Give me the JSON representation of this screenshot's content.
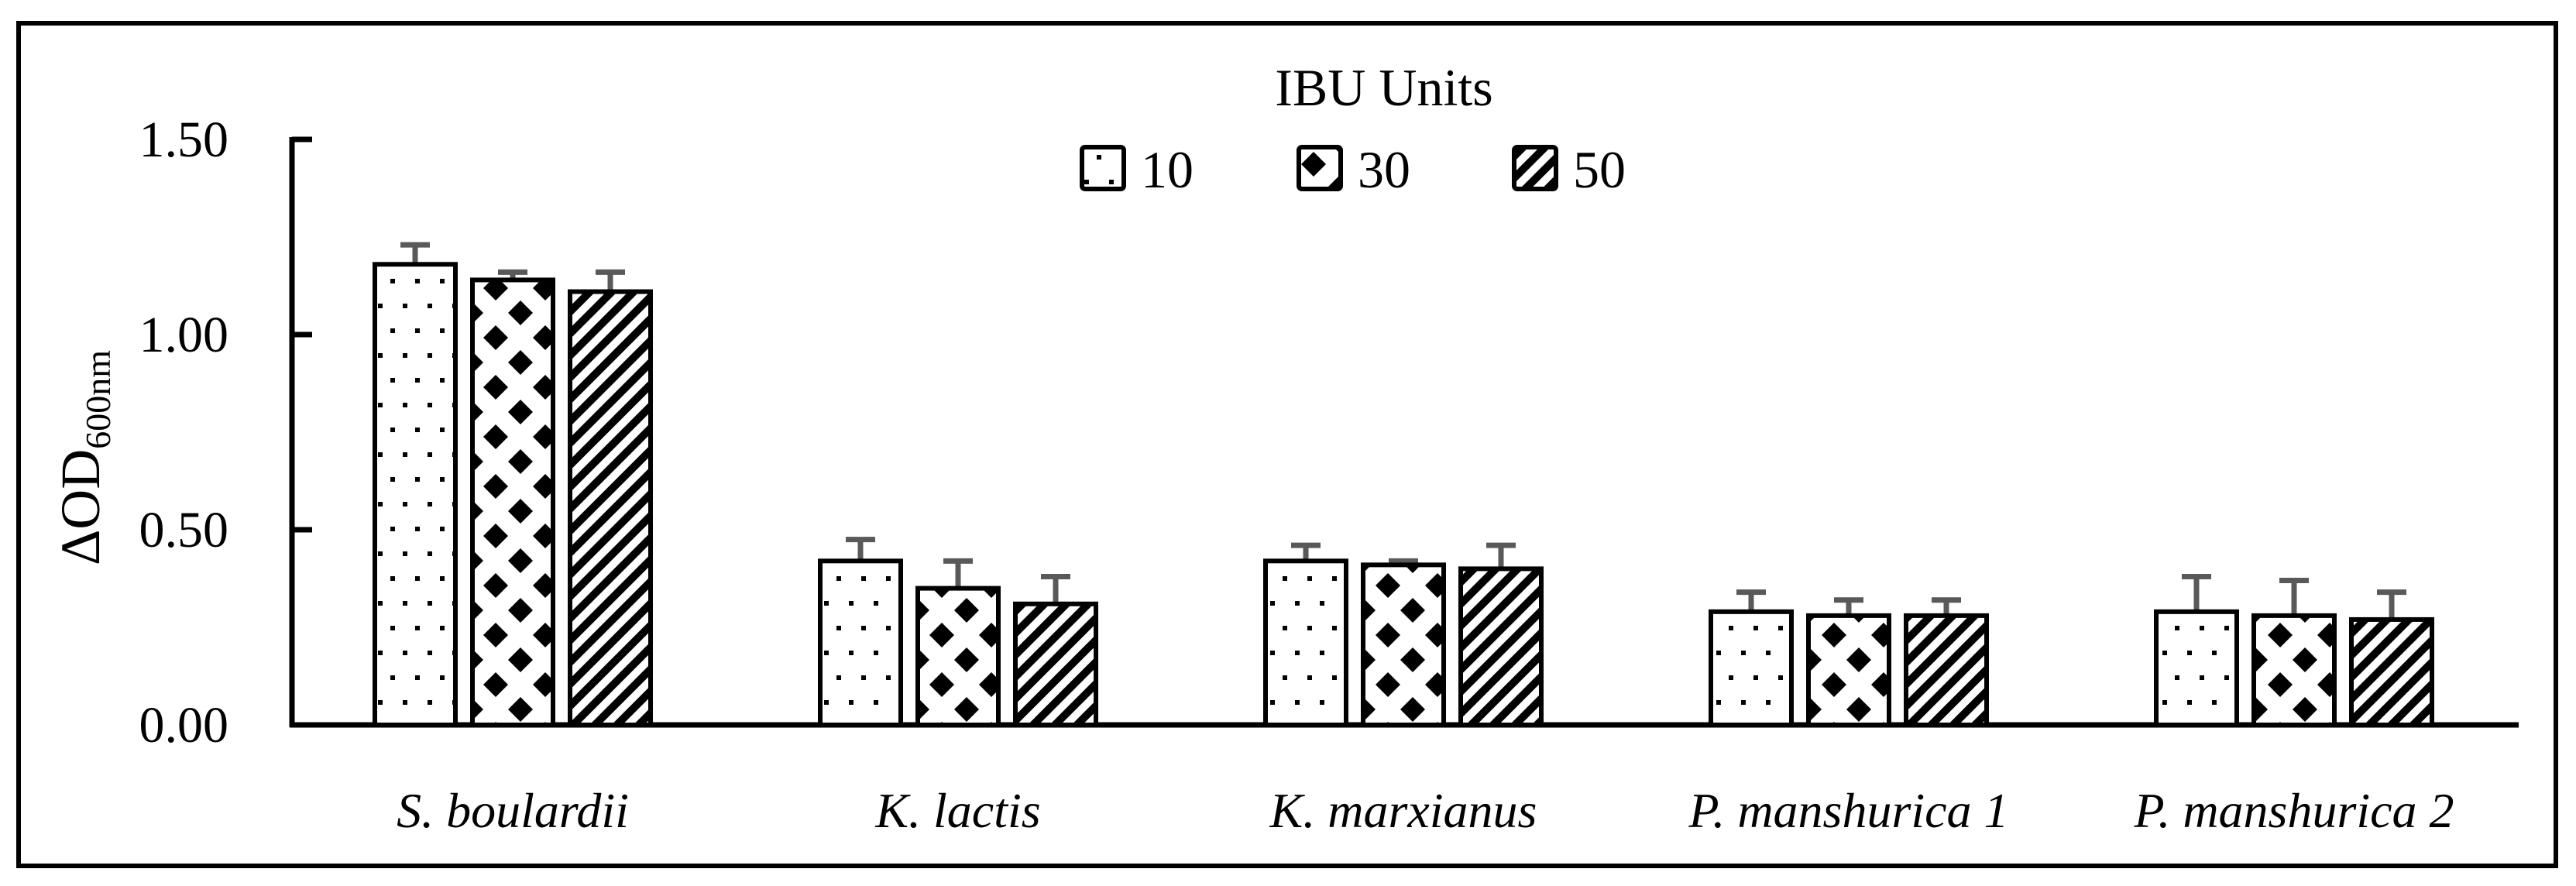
{
  "chart_data": {
    "type": "bar",
    "title": "",
    "legend_title": "IBU Units",
    "legend_position": "top-center",
    "xlabel": "",
    "ylabel": "ΔOD",
    "ylabel_subscript": "600nm",
    "ylim": [
      0,
      1.5
    ],
    "yticks": [
      0.0,
      0.5,
      1.0,
      1.5
    ],
    "ytick_labels": [
      "0.00",
      "0.50",
      "1.00",
      "1.50"
    ],
    "grid": false,
    "categories": [
      "S. boulardii",
      "K. lactis",
      "K. marxianus",
      "P. manshurica 1",
      "P. manshurica 2"
    ],
    "series": [
      {
        "name": "10",
        "pattern": "dots",
        "values": [
          1.18,
          0.42,
          0.42,
          0.29,
          0.29
        ],
        "errors": [
          0.05,
          0.055,
          0.04,
          0.05,
          0.09
        ]
      },
      {
        "name": "30",
        "pattern": "diamonds",
        "values": [
          1.14,
          0.35,
          0.41,
          0.28,
          0.28
        ],
        "errors": [
          0.02,
          0.07,
          0.01,
          0.04,
          0.09
        ]
      },
      {
        "name": "50",
        "pattern": "diagonal",
        "values": [
          1.11,
          0.31,
          0.4,
          0.28,
          0.27
        ],
        "errors": [
          0.05,
          0.07,
          0.06,
          0.04,
          0.07
        ]
      }
    ]
  },
  "colors": {
    "bar_outline": "#000000",
    "error_bar": "#595959",
    "frame": "#000000",
    "background": "#ffffff"
  }
}
